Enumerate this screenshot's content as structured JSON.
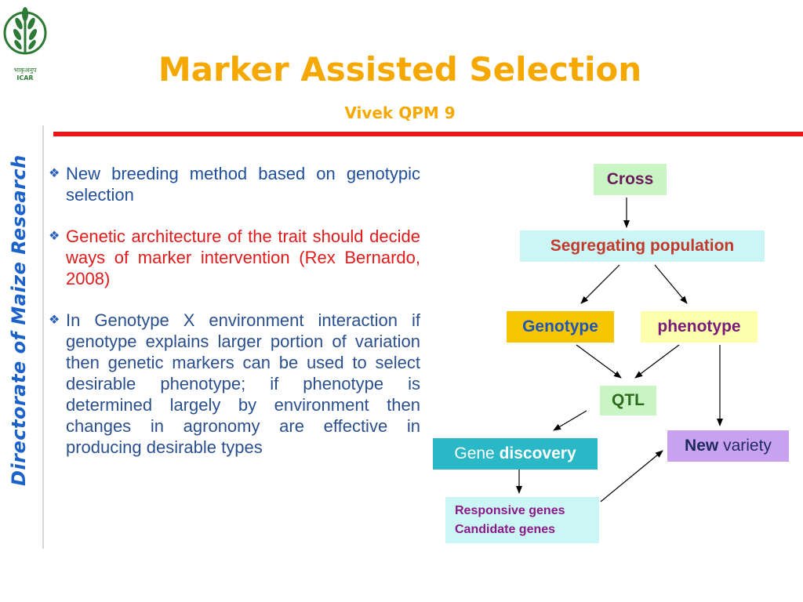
{
  "logo": {
    "hindi_text": "भाकृअनुप",
    "acronym": "ICAR",
    "icon": "wheat-emblem-icon"
  },
  "title": "Marker Assisted Selection",
  "subtitle": "Vivek QPM 9",
  "side_label": "Directorate of Maize Research",
  "bullets": [
    {
      "text": "New breeding method based on genotypic selection",
      "color": "#1f4e9c"
    },
    {
      "text": "Genetic architecture of the trait should decide ways of marker intervention (Rex Bernardo, 2008)",
      "color": "#e01b1b"
    },
    {
      "text": "In Genotype X environment interaction if genotype explains larger portion of variation then genetic markers can be used to select desirable phenotype; if phenotype is determined largely by environment then changes in agronomy are effective in producing desirable types",
      "color": "#2a4f8e"
    }
  ],
  "bullet_icon": "diamond-bullet-icon",
  "flow": {
    "cross": "Cross",
    "segregating": "Segregating population",
    "genotype": "Genotype",
    "phenotype": "phenotype",
    "qtl": "QTL",
    "gene_prefix": "Gene",
    "gene_bold": "discovery",
    "new_bold": "New",
    "new_suffix": "variety",
    "responsive": "Responsive genes",
    "candidate": "Candidate genes"
  }
}
